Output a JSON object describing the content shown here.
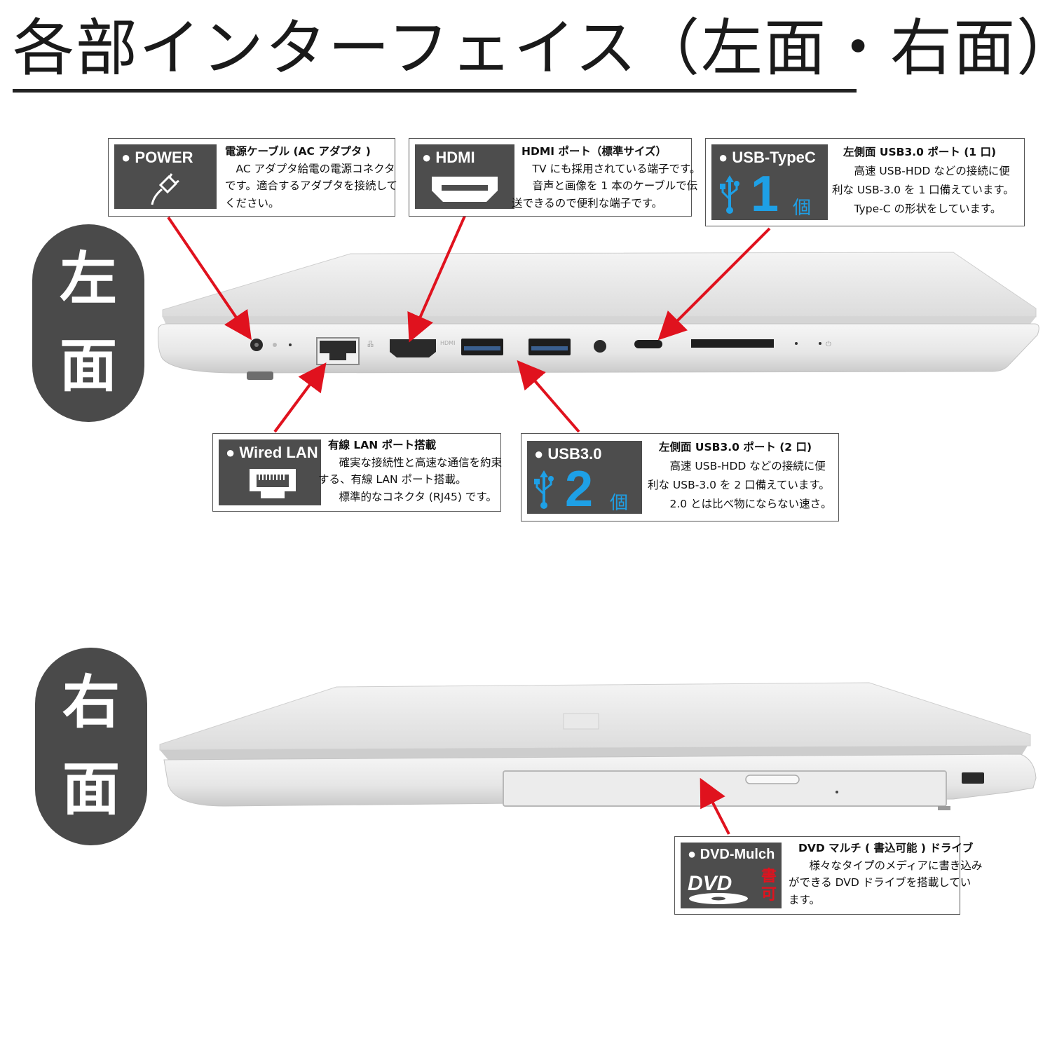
{
  "page": {
    "title": "各部インターフェイス（左面・右面）"
  },
  "colors": {
    "arrow": "#e0121e",
    "badge": "#4a4a4a",
    "icon_box": "#4d4d4d",
    "accent_blue": "#1ea0e6"
  },
  "sides": {
    "left": [
      "左",
      "面"
    ],
    "right": [
      "右",
      "面"
    ]
  },
  "callouts": {
    "power": {
      "label": "● POWER",
      "icon": "plug-icon",
      "lines": [
        "電源ケーブル (AC アダプタ )",
        "　AC アダプタ給電の電源コネクタ",
        "です。適合するアダプタを接続して",
        "ください。"
      ]
    },
    "hdmi": {
      "label": "● HDMI",
      "icon": "hdmi-port-icon",
      "lines": [
        "HDMI ポート（標準サイズ）",
        "　TV にも採用されている端子です。",
        "　音声と画像を 1 本のケーブルで伝",
        "送できるので便利な端子です。"
      ]
    },
    "usb_typec": {
      "label": "● USB-TypeC",
      "icon": "usb-icon",
      "count": "1",
      "unit": "個",
      "lines": [
        "左側面 USB3.0 ポート (1 口)",
        "　高速 USB-HDD などの接続に便",
        "利な USB-3.0 を 1 口備えています。",
        "　Type-C の形状をしています。"
      ]
    },
    "wired_lan": {
      "label": "● Wired LAN",
      "icon": "ethernet-port-icon",
      "lines": [
        "有線 LAN ポート搭載",
        "　確実な接続性と高速な通信を約束",
        "する、有線 LAN ポート搭載。",
        "　標準的なコネクタ (RJ45) です。"
      ]
    },
    "usb3": {
      "label": "● USB3.0",
      "icon": "usb-icon",
      "count": "2",
      "unit": "個",
      "lines": [
        "左側面 USB3.0 ポート (2 口)",
        "　高速 USB-HDD などの接続に便",
        "利な USB-3.0 を 2 口備えています。",
        "　2.0 とは比べ物にならない速さ。"
      ]
    },
    "dvd": {
      "label": "● DVD-Mulch",
      "icon": "dvd-logo-icon",
      "badge": [
        "書",
        "可"
      ],
      "logo_text": "DVD",
      "lines": [
        "DVD マルチ ( 書込可能 ) ドライブ",
        "　様々なタイプのメディアに書き込み",
        "ができる DVD ドライブを搭載してい",
        "ます。"
      ]
    }
  },
  "laptop": {
    "hdmi_port_marking": "HDMI"
  }
}
